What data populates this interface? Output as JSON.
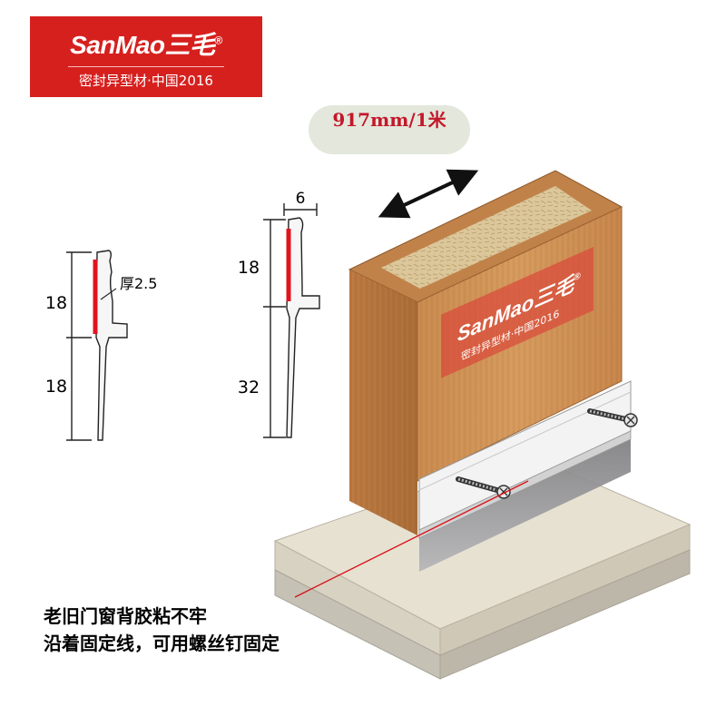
{
  "logo": {
    "brand": "SanMao三毛",
    "registered": "®",
    "subtitle": "密封异型材·中国2016"
  },
  "length_label": "917mm/1米",
  "profile_left": {
    "dim_top": "18",
    "dim_bottom": "18",
    "thickness_label": "厚2.5"
  },
  "profile_right": {
    "dim_width": "6",
    "dim_top": "18",
    "dim_bottom": "32"
  },
  "door_print": {
    "brand": "SanMao三毛",
    "registered": "®",
    "subtitle": "密封异型材·中国2016"
  },
  "captions": {
    "line1": "老旧门窗背胶粘不牢",
    "line2": "沿着固定线，可用螺丝钉固定"
  },
  "colors": {
    "brand_red": "#d6201e",
    "adhesive_red": "#e0141e",
    "wood": "#c8874c",
    "pill": "#e3e7dc"
  }
}
